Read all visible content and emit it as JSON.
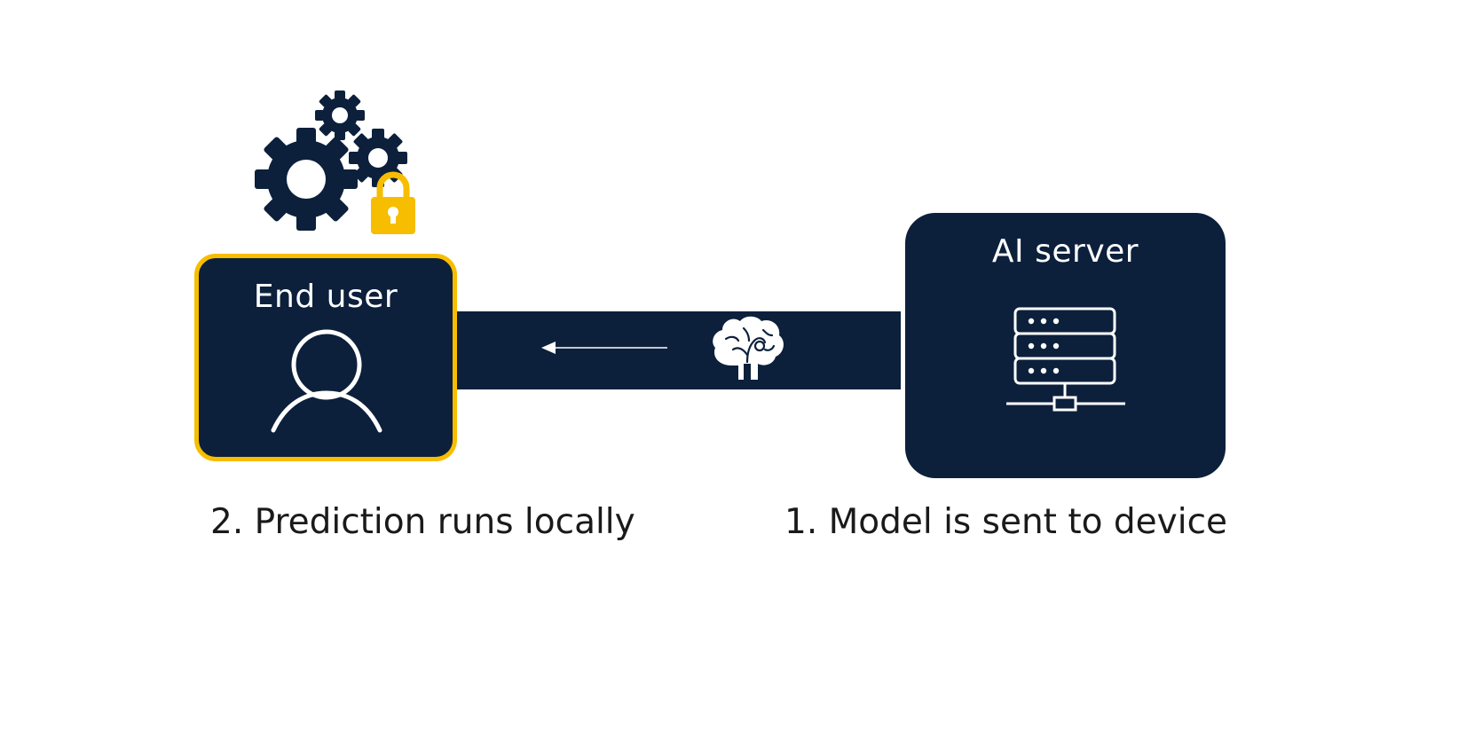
{
  "nodes": {
    "end_user": {
      "label": "End user"
    },
    "ai_server": {
      "label": "AI server"
    }
  },
  "captions": {
    "left": "2. Prediction runs locally",
    "right": "1. Model is sent to device"
  },
  "icons": {
    "gears": "gears-icon",
    "lock": "lock-icon",
    "user": "user-icon",
    "server": "server-icon",
    "brain": "brain-icon",
    "arrow": "arrow-left-icon"
  },
  "colors": {
    "navy": "#0c203c",
    "accent": "#f7bd00",
    "white": "#ffffff",
    "text": "#1a1a1a"
  }
}
